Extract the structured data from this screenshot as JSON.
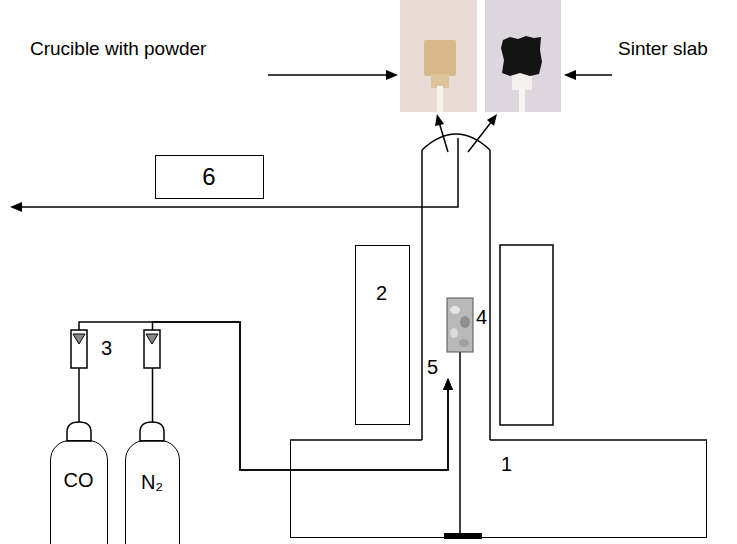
{
  "diagram": {
    "nodes": [
      {
        "text": [
          "6"
        ]
      },
      {
        "text": [
          "2"
        ]
      },
      {
        "text": [
          "1"
        ]
      },
      {
        "text": [
          "CO"
        ]
      },
      {
        "text": [
          "N₂"
        ]
      }
    ],
    "edges": [
      {
        "from": 3,
        "to": 2,
        "arrow": "to"
      },
      {
        "from": 4,
        "to": 2,
        "arrow": "to"
      }
    ],
    "labels": [
      "Crucible with powder",
      "Sinter slab",
      "3",
      "4",
      "5"
    ]
  }
}
